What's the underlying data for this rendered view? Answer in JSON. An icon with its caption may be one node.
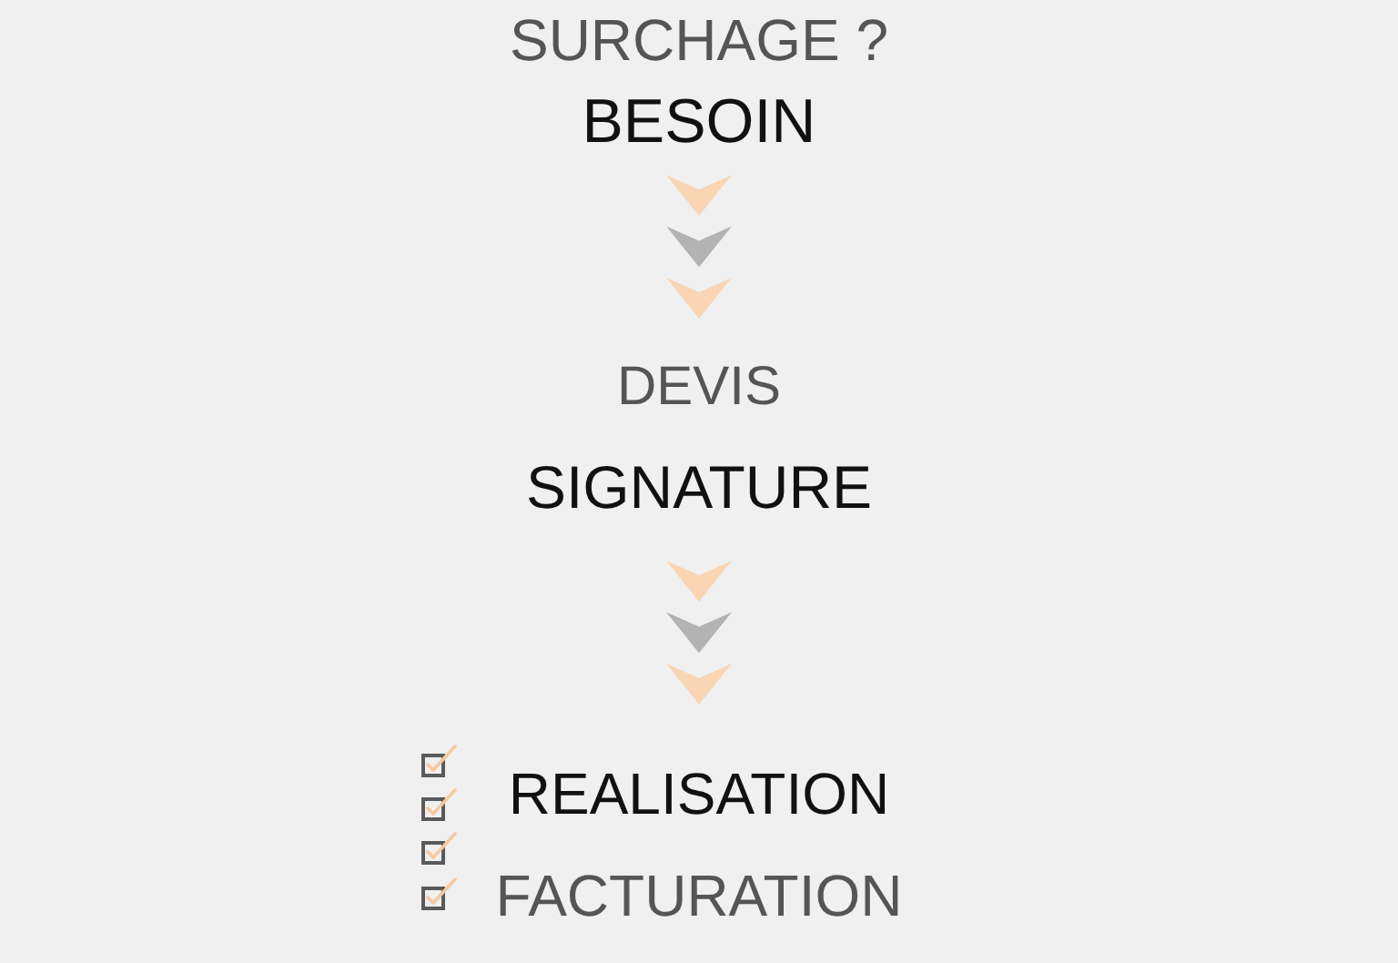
{
  "diagram": {
    "nodes": [
      {
        "text": [
          "BESOIN"
        ]
      },
      {
        "text": [
          "DEVIS"
        ]
      },
      {
        "text": [
          "SIGNATURE"
        ]
      },
      {
        "text": [
          "REALISATION"
        ]
      }
    ],
    "edges": [
      {
        "from": 0,
        "to": 1,
        "arrow": "to"
      },
      {
        "from": 2,
        "to": 3,
        "arrow": "to"
      }
    ],
    "labels": [
      "SURCHAGE ?",
      "FACTURATION"
    ]
  }
}
